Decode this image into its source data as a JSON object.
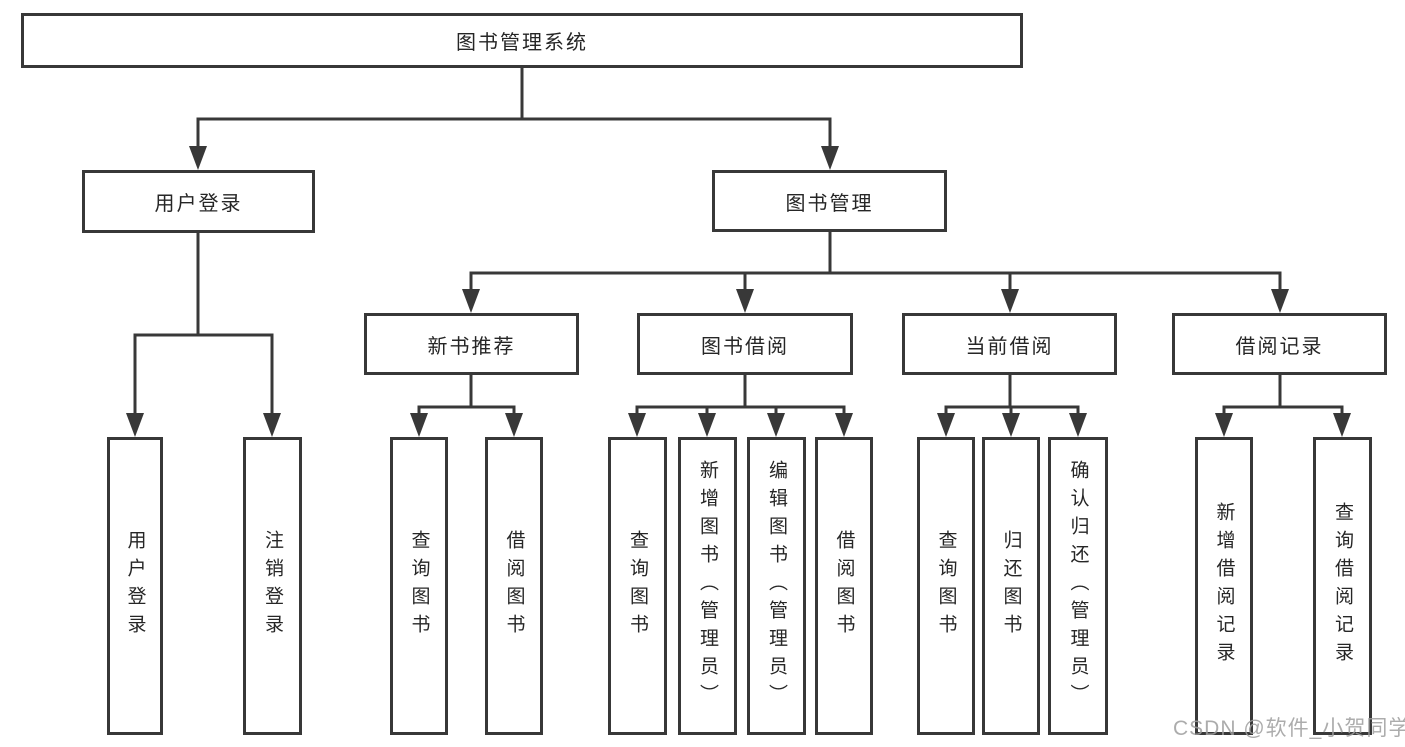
{
  "diagram_title": "图书管理系统",
  "colors": {
    "line": "#383838",
    "box_border": "#383838",
    "box_background": "#ffffff",
    "text": "#262626",
    "watermark": "#9e9e9e"
  },
  "root": {
    "label": "图书管理系统"
  },
  "level1": [
    {
      "label": "用户登录"
    },
    {
      "label": "图书管理"
    }
  ],
  "level2": [
    {
      "label": "新书推荐",
      "parent": "图书管理"
    },
    {
      "label": "图书借阅",
      "parent": "图书管理"
    },
    {
      "label": "当前借阅",
      "parent": "图书管理"
    },
    {
      "label": "借阅记录",
      "parent": "图书管理"
    }
  ],
  "leaves": [
    {
      "label": "用户登录",
      "parent": "用户登录"
    },
    {
      "label": "注销登录",
      "parent": "用户登录"
    },
    {
      "label": "查询图书",
      "parent": "新书推荐"
    },
    {
      "label": "借阅图书",
      "parent": "新书推荐"
    },
    {
      "label": "查询图书",
      "parent": "图书借阅"
    },
    {
      "label": "新增图书（管理员）",
      "parent": "图书借阅"
    },
    {
      "label": "编辑图书（管理员）",
      "parent": "图书借阅"
    },
    {
      "label": "借阅图书",
      "parent": "图书借阅"
    },
    {
      "label": "查询图书",
      "parent": "当前借阅"
    },
    {
      "label": "归还图书",
      "parent": "当前借阅"
    },
    {
      "label": "确认归还（管理员）",
      "parent": "当前借阅"
    },
    {
      "label": "新增借阅记录",
      "parent": "借阅记录"
    },
    {
      "label": "查询借阅记录",
      "parent": "借阅记录"
    }
  ],
  "watermark": {
    "text": "CSDN @软件_小贺同学"
  }
}
